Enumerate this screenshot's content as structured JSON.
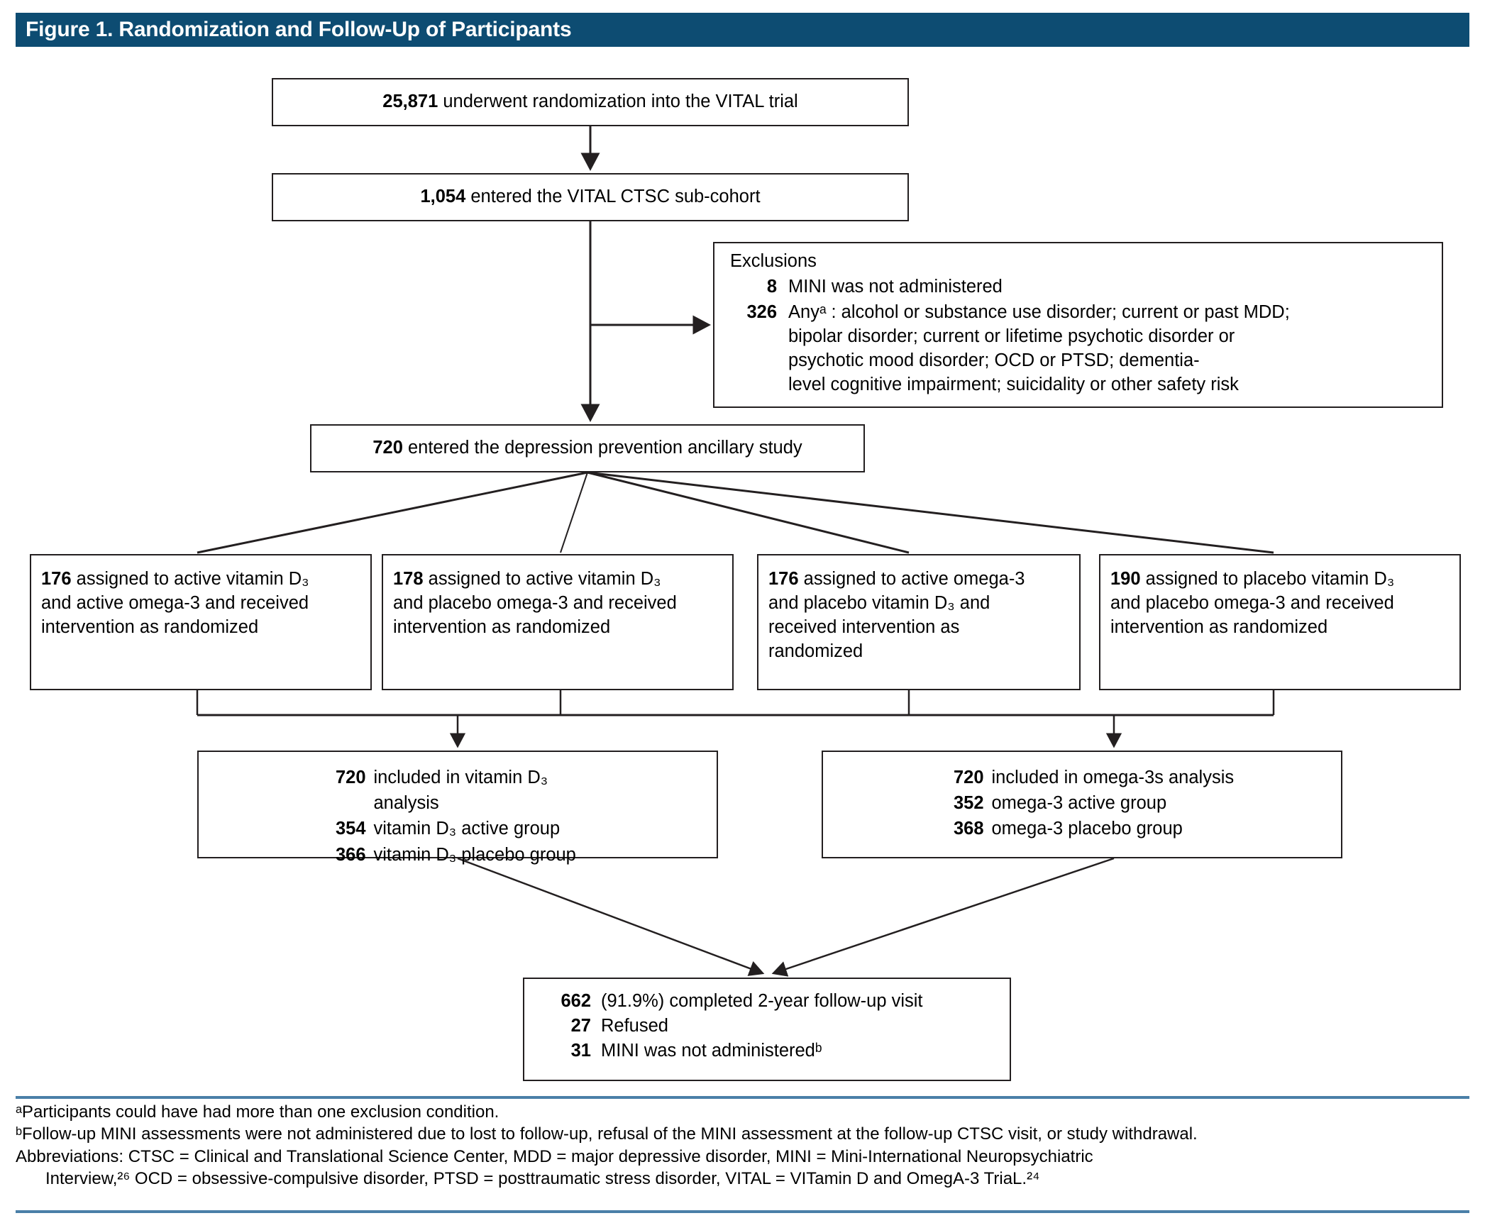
{
  "header": {
    "title": "Figure 1. Randomization and Follow-Up of Participants",
    "bar_color": "#0d4c72"
  },
  "flow": {
    "randomized": {
      "count": "25,871",
      "text": "underwent randomization into the VITAL trial"
    },
    "subcohort": {
      "count": "1,054",
      "text": "entered the VITAL CTSC sub-cohort"
    },
    "exclusions": {
      "heading": "Exclusions",
      "items": [
        {
          "count": "8",
          "lines": [
            "MINI was not administered"
          ]
        },
        {
          "count": "326",
          "lines": [
            "Anyᵃ : alcohol or substance use disorder; current or past MDD;",
            "bipolar disorder; current or lifetime psychotic disorder or",
            "psychotic mood disorder; OCD or PTSD; dementia-",
            "level cognitive impairment; suicidality or other safety risk"
          ]
        }
      ]
    },
    "ancillary": {
      "count": "720",
      "text": "entered the depression prevention ancillary study"
    },
    "arms": [
      {
        "count": "176",
        "lines": [
          "assigned to active vitamin D₃",
          "and active omega-3 and received",
          "intervention as randomized"
        ]
      },
      {
        "count": "178",
        "lines": [
          "assigned to active vitamin D₃",
          "and placebo omega-3 and received",
          "intervention as randomized"
        ]
      },
      {
        "count": "176",
        "lines": [
          "assigned to active omega-3",
          " and placebo vitamin D₃ and",
          "received intervention as",
          "randomized"
        ]
      },
      {
        "count": "190",
        "lines": [
          "assigned to placebo vitamin D₃",
          "and placebo omega-3 and received",
          "intervention as randomized"
        ]
      }
    ],
    "analysis": [
      {
        "id": "vitamin-d",
        "rows": [
          {
            "count": "720",
            "text": "included in vitamin D₃ analysis"
          },
          {
            "count": "354",
            "text": "vitamin D₃ active group"
          },
          {
            "count": "366",
            "text": "vitamin D₃ placebo group"
          }
        ]
      },
      {
        "id": "omega-3",
        "rows": [
          {
            "count": "720",
            "text": "included in omega-3s analysis"
          },
          {
            "count": "352",
            "text": "omega-3 active group"
          },
          {
            "count": "368",
            "text": "omega-3 placebo group"
          }
        ]
      }
    ],
    "final": {
      "rows": [
        {
          "count": "662",
          "text": "(91.9%) completed 2-year follow-up visit"
        },
        {
          "count": "27",
          "text": "Refused"
        },
        {
          "count": "31",
          "text": "MINI was not administeredᵇ"
        }
      ]
    }
  },
  "footnotes": {
    "rule_color": "#4a7fa8",
    "a": "ᵃParticipants could have had more than one exclusion condition.",
    "b": "ᵇFollow-up MINI assessments were not administered due to lost to follow-up, refusal of the MINI assessment at the follow-up CTSC visit, or study withdrawal.",
    "abbrev_line1": "Abbreviations: CTSC = Clinical and Translational Science Center, MDD = major depressive disorder, MINI = Mini-International Neuropsychiatric",
    "abbrev_line2": "Interview,²⁶ OCD = obsessive-compulsive disorder, PTSD = posttraumatic stress disorder, VITAL = VITamin D and OmegA-3 TriaL.²⁴"
  }
}
